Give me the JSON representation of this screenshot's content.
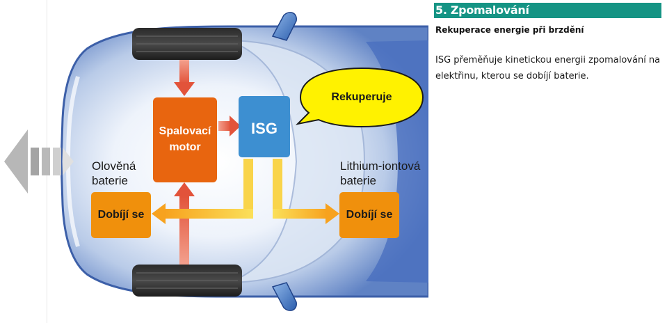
{
  "section": {
    "title": "5. Zpomalování",
    "subtitle": "Rekuperace energie při brzdění",
    "body": "ISG přeměňuje kinetickou energii zpomalování na elektřinu, kterou se dobíjí baterie."
  },
  "diagram": {
    "engine_label_line1": "Spalovací",
    "engine_label_line2": "motor",
    "isg_label": "ISG",
    "bubble_label": "Rekuperuje",
    "lead_battery_label_line1": "Olověná",
    "lead_battery_label_line2": "baterie",
    "lead_battery_action": "Dobíjí se",
    "lithium_battery_label_line1": "Lithium-iontová",
    "lithium_battery_label_line2": "baterie",
    "lithium_battery_action": "Dobíjí se"
  },
  "colors": {
    "heading_bar": "#159484",
    "engine_box": "#e8650f",
    "isg_box": "#3d8fd1",
    "battery_box": "#f0900c",
    "bubble_fill": "#fff200",
    "energy_flow": "#f7c23a",
    "force_arrow": "#e2533a"
  }
}
